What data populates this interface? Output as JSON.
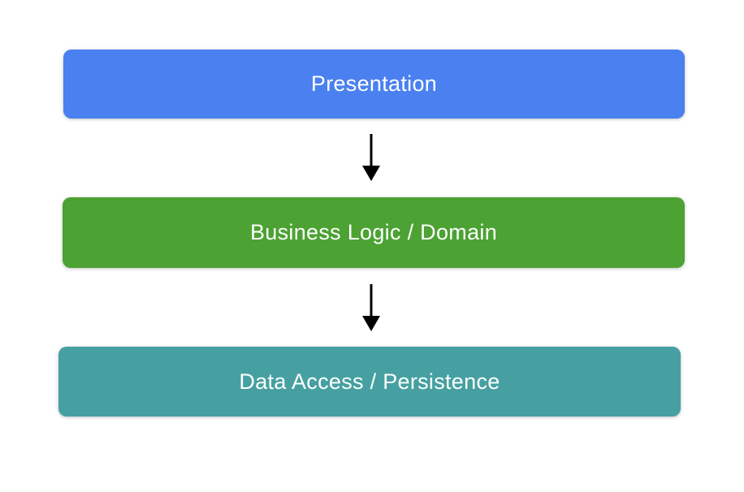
{
  "diagram": {
    "type": "layered-architecture",
    "background_color": "#ffffff",
    "text_color": "#ffffff",
    "arrow_color": "#000000",
    "layers": [
      {
        "label": "Presentation",
        "color": "#4a80f0"
      },
      {
        "label": "Business Logic / Domain",
        "color": "#4ca233"
      },
      {
        "label": "Data Access / Persistence",
        "color": "#46a0a1"
      }
    ],
    "connections": [
      {
        "from": "Presentation",
        "to": "Business Logic / Domain",
        "direction": "down"
      },
      {
        "from": "Business Logic / Domain",
        "to": "Data Access / Persistence",
        "direction": "down"
      }
    ]
  }
}
